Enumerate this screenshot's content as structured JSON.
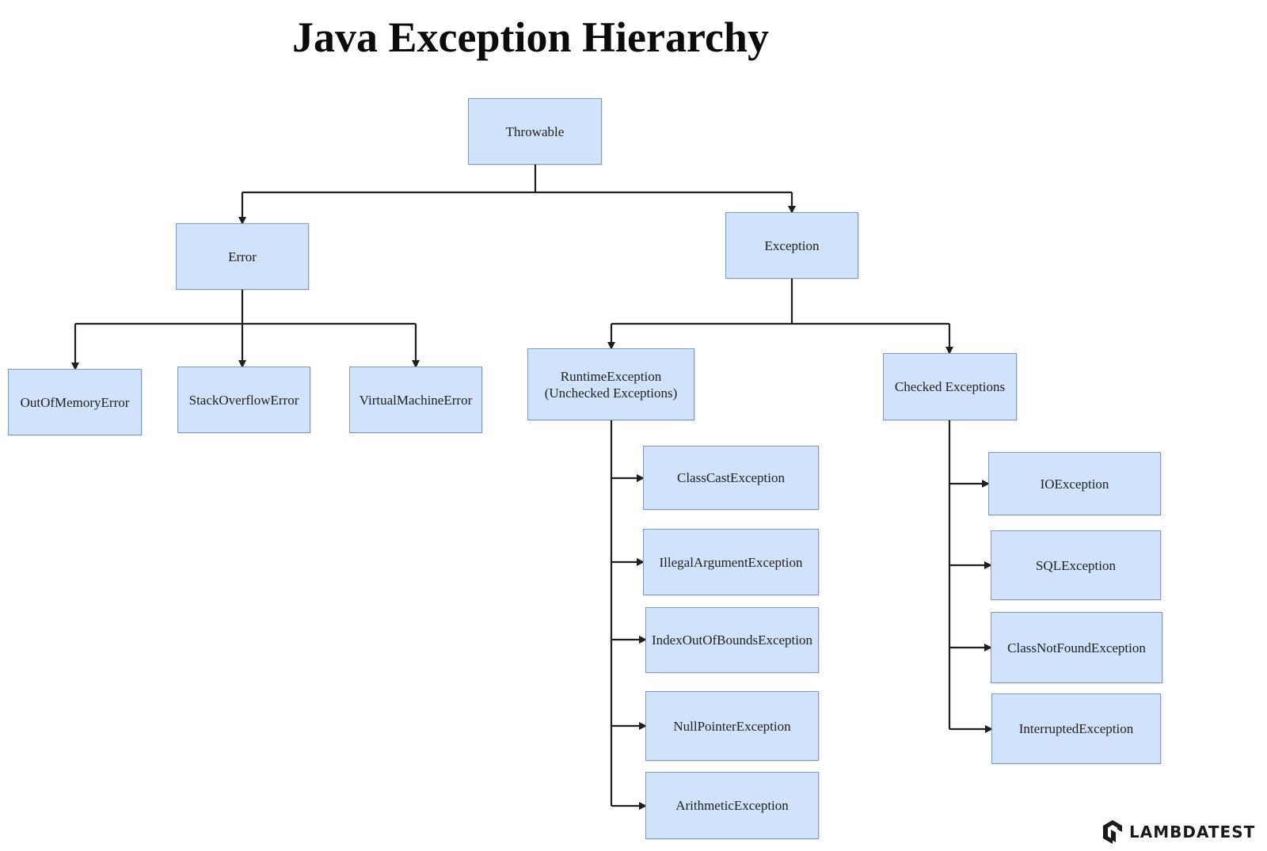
{
  "title": "Java Exception Hierarchy",
  "nodes": {
    "throwable": "Throwable",
    "error": "Error",
    "exception": "Exception",
    "out_of_memory_error": "OutOfMemoryError",
    "stack_overflow_error": "StackOverflowError",
    "virtual_machine_error": "VirtualMachineError",
    "runtime_exception": "RuntimeException\n(Unchecked Exceptions)",
    "checked_exceptions": "Checked Exceptions",
    "class_cast_exception": "ClassCastException",
    "illegal_argument_exception": "IllegalArgumentException",
    "index_out_of_bounds_exception": "IndexOutOfBoundsException",
    "null_pointer_exception": "NullPointerException",
    "arithmetic_exception": "ArithmeticException",
    "io_exception": "IOException",
    "sql_exception": "SQLException",
    "class_not_found_exception": "ClassNotFoundException",
    "interrupted_exception": "InterruptedException"
  },
  "edges": [
    [
      "throwable",
      "error"
    ],
    [
      "throwable",
      "exception"
    ],
    [
      "error",
      "out_of_memory_error"
    ],
    [
      "error",
      "stack_overflow_error"
    ],
    [
      "error",
      "virtual_machine_error"
    ],
    [
      "exception",
      "runtime_exception"
    ],
    [
      "exception",
      "checked_exceptions"
    ],
    [
      "runtime_exception",
      "class_cast_exception"
    ],
    [
      "runtime_exception",
      "illegal_argument_exception"
    ],
    [
      "runtime_exception",
      "index_out_of_bounds_exception"
    ],
    [
      "runtime_exception",
      "null_pointer_exception"
    ],
    [
      "runtime_exception",
      "arithmetic_exception"
    ],
    [
      "checked_exceptions",
      "io_exception"
    ],
    [
      "checked_exceptions",
      "sql_exception"
    ],
    [
      "checked_exceptions",
      "class_not_found_exception"
    ],
    [
      "checked_exceptions",
      "interrupted_exception"
    ]
  ],
  "brand": {
    "name": "LAMBDATEST",
    "logo_icon": "lambdatest-logo-icon"
  },
  "colors": {
    "node_fill": "#d0e3fb",
    "node_border": "#8299b6",
    "connector": "#1f1f1f"
  }
}
